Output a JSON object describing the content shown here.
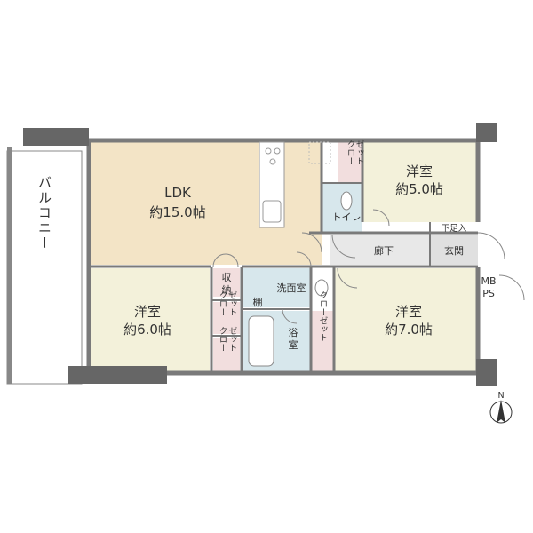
{
  "colors": {
    "wall": "#7a7a7a",
    "ldk_floor": "#f3e4c6",
    "bedroom_floor": "#f3f1da",
    "wet_floor": "#d7e7ec",
    "closet_floor": "#f2dede",
    "hall_floor": "#e8e8e8",
    "balcony_floor": "#ffffff"
  },
  "rooms": {
    "ldk": {
      "name": "LDK",
      "size": "約15.0帖"
    },
    "western_5": {
      "name": "洋室",
      "size": "約5.0帖"
    },
    "western_6": {
      "name": "洋室",
      "size": "約6.0帖"
    },
    "western_7": {
      "name": "洋室",
      "size": "約7.0帖"
    }
  },
  "labels": {
    "balcony": "バルコニー",
    "closet_top": [
      "クロー",
      "ゼット"
    ],
    "toilet": "トイレ",
    "hallway": "廊下",
    "entrance": "玄関",
    "shoe_storage": "下足入",
    "storage": [
      "収",
      "納"
    ],
    "washroom": "洗面室",
    "shelf": "棚",
    "bathroom": [
      "浴",
      "室"
    ],
    "closet_a": [
      "クロー",
      "ゼット"
    ],
    "closet_b": [
      "クロー",
      "ゼット"
    ],
    "closet_long": "クローゼット",
    "mbps": [
      "MB",
      "PS"
    ]
  },
  "compass": {
    "label": "N",
    "icon": "north-arrow-icon"
  }
}
